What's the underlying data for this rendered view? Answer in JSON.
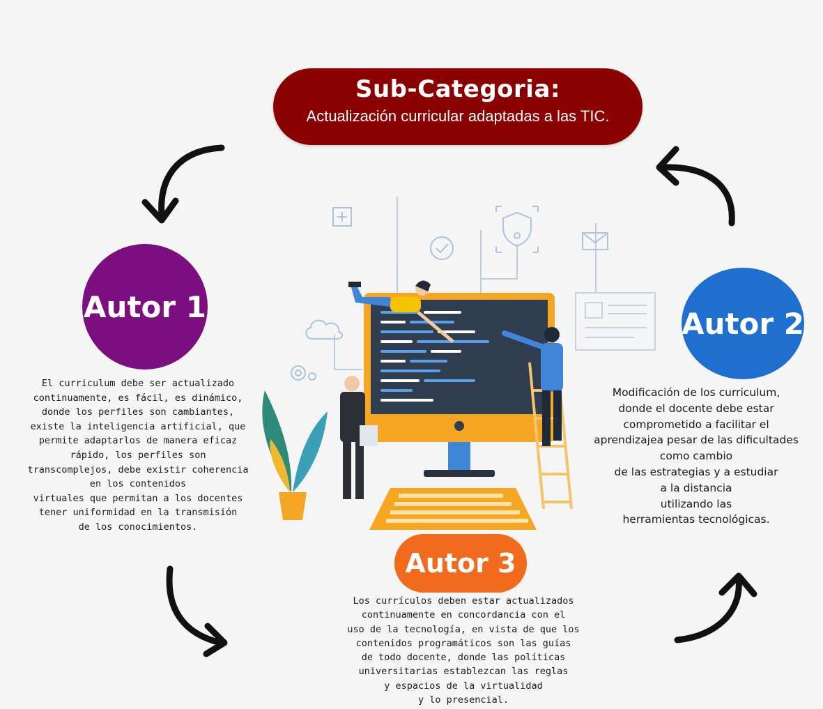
{
  "header": {
    "title": "Sub-Categoria:",
    "subtitle": "Actualización curricular adaptadas a las TIC."
  },
  "authors": [
    {
      "label": "Autor 1",
      "color": "#7b0f7f",
      "text": "El curriculum debe ser actualizado\ncontinuamente, es fácil, es dinámico,\ndonde los perfiles son cambiantes,\nexiste la inteligencia artificial, que\npermite adaptarlos de manera eficaz\nrápido, los perfiles son\ntranscomplejos, debe existir coherencia\nen los contenidos\nvirtuales que permitan a los docentes\ntener uniformidad en la transmisión\nde los conocimientos."
    },
    {
      "label": "Autor 2",
      "color": "#1f6fd1",
      "text": "Modificación de los curriculum,\ndonde el docente debe estar\ncomprometido a facilitar el\naprendizajea pesar de las dificultades\ncomo cambio\nde las estrategias y a estudiar\na la distancia\nutilizando las\nherramientas tecnológicas."
    },
    {
      "label": "Autor 3",
      "color": "#f26a1b",
      "text": "Los currículos deben estar actualizados\ncontinuamente en concordancia con el\nuso de la tecnología, en vista de que los\ncontenidos programáticos son las guías\nde todo docente, donde las políticas\nuniversitarias establezcan las reglas\ny espacios de la virtualidad\ny lo presencial."
    }
  ],
  "colors": {
    "header": "#8b0000",
    "arrow": "#111111",
    "monitor_frame": "#f5a623",
    "screen": "#2f3d4f"
  },
  "icons": [
    "arrow-icon",
    "shield-icon",
    "check-icon",
    "mail-icon",
    "cloud-icon",
    "gear-icon",
    "plus-icon",
    "plant-icon"
  ]
}
